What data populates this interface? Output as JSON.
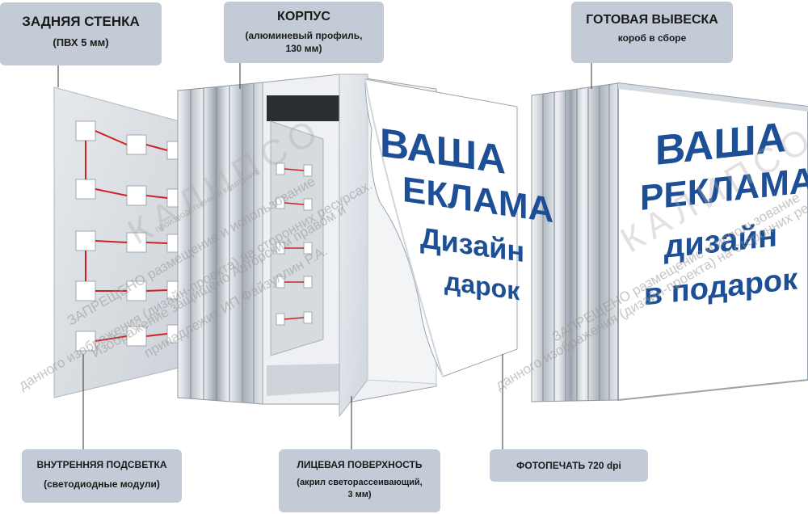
{
  "labels": {
    "back_wall": {
      "title": "ЗАДНЯЯ СТЕНКА",
      "sub": "(ПВХ 5 мм)"
    },
    "body": {
      "title": "КОРПУС",
      "sub": "(алюминевый профиль,\n130 мм)"
    },
    "finished": {
      "title": "ГОТОВАЯ ВЫВЕСКА",
      "sub": "короб в сборе"
    },
    "lighting": {
      "title": "ВНУТРЕННЯЯ ПОДСВЕТКА",
      "sub": "(светодиодные модули)"
    },
    "face": {
      "title": "ЛИЦЕВАЯ ПОВЕРХНОСТЬ",
      "sub": "(акрил светорассеивающий,\n3 мм)"
    },
    "print": {
      "title": "ФОТОПЕЧАТЬ 720 dpi"
    }
  },
  "ad_panel": {
    "line1": "ВАША",
    "line2": "РЕКЛАМА",
    "line3": "дизайн",
    "line4": "в подарок"
  },
  "ad_panel_partial": {
    "line1": "ВАША",
    "line2": "ЕКЛАМА",
    "line3": "Дизайн",
    "line4": "дарок"
  },
  "watermark": {
    "brand": "КАЛИПСО",
    "company": "производственная компания",
    "lines": [
      "ЗАПРЕЩЕНО размещение и использование",
      "данного изображения (дизайн-проекта) на сторонних ресурсах.",
      "Изображение защищено Авторским правом и",
      "принадлежит ИП Файзуллин Р.А."
    ]
  },
  "colors": {
    "ad_text": "#1d4f96",
    "label_bg": "#c3ccd6",
    "wire": "#cc2222"
  }
}
